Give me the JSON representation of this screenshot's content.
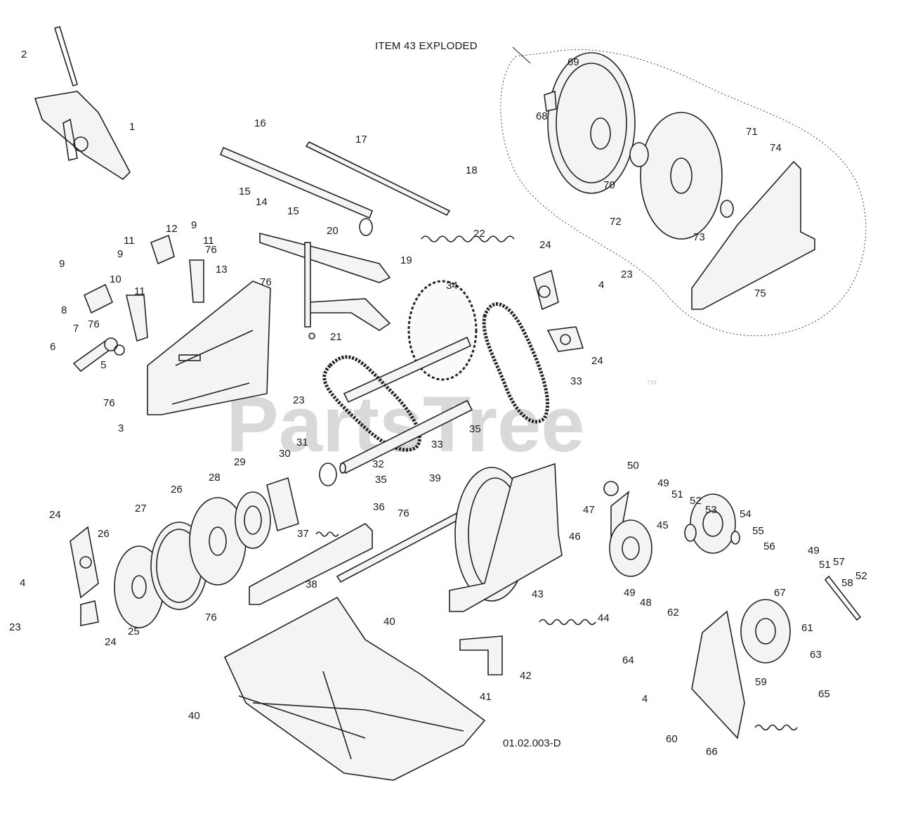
{
  "watermark": {
    "text": "PartsTree",
    "trademark": "™"
  },
  "title_note": "ITEM 43 EXPLODED",
  "drawing_number": "01.02.003-D",
  "callouts": [
    {
      "id": "c-2",
      "label": "2"
    },
    {
      "id": "c-1",
      "label": "1"
    },
    {
      "id": "c-16",
      "label": "16"
    },
    {
      "id": "c-17",
      "label": "17"
    },
    {
      "id": "c-18",
      "label": "18"
    },
    {
      "id": "c-15a",
      "label": "15"
    },
    {
      "id": "c-14",
      "label": "14"
    },
    {
      "id": "c-15b",
      "label": "15"
    },
    {
      "id": "c-20",
      "label": "20"
    },
    {
      "id": "c-22",
      "label": "22"
    },
    {
      "id": "c-12",
      "label": "12"
    },
    {
      "id": "c-9a",
      "label": "9"
    },
    {
      "id": "c-11a",
      "label": "11"
    },
    {
      "id": "c-11b",
      "label": "11"
    },
    {
      "id": "c-9b",
      "label": "9"
    },
    {
      "id": "c-76a",
      "label": "76"
    },
    {
      "id": "c-13",
      "label": "13"
    },
    {
      "id": "c-19",
      "label": "19"
    },
    {
      "id": "c-9c",
      "label": "9"
    },
    {
      "id": "c-10",
      "label": "10"
    },
    {
      "id": "c-11c",
      "label": "11"
    },
    {
      "id": "c-76b",
      "label": "76"
    },
    {
      "id": "c-8",
      "label": "8"
    },
    {
      "id": "c-76c",
      "label": "76"
    },
    {
      "id": "c-7",
      "label": "7"
    },
    {
      "id": "c-6",
      "label": "6"
    },
    {
      "id": "c-5",
      "label": "5"
    },
    {
      "id": "c-21",
      "label": "21"
    },
    {
      "id": "c-34",
      "label": "34"
    },
    {
      "id": "c-24a",
      "label": "24"
    },
    {
      "id": "c-4a",
      "label": "4"
    },
    {
      "id": "c-23a",
      "label": "23"
    },
    {
      "id": "c-24b",
      "label": "24"
    },
    {
      "id": "c-33a",
      "label": "33"
    },
    {
      "id": "c-76d",
      "label": "76"
    },
    {
      "id": "c-3",
      "label": "3"
    },
    {
      "id": "c-23b",
      "label": "23"
    },
    {
      "id": "c-35a",
      "label": "35"
    },
    {
      "id": "c-33b",
      "label": "33"
    },
    {
      "id": "c-31",
      "label": "31"
    },
    {
      "id": "c-30",
      "label": "30"
    },
    {
      "id": "c-32",
      "label": "32"
    },
    {
      "id": "c-29",
      "label": "29"
    },
    {
      "id": "c-28",
      "label": "28"
    },
    {
      "id": "c-26a",
      "label": "26"
    },
    {
      "id": "c-35b",
      "label": "35"
    },
    {
      "id": "c-39",
      "label": "39"
    },
    {
      "id": "c-27",
      "label": "27"
    },
    {
      "id": "c-36",
      "label": "36"
    },
    {
      "id": "c-76e",
      "label": "76"
    },
    {
      "id": "c-37",
      "label": "37"
    },
    {
      "id": "c-24c",
      "label": "24"
    },
    {
      "id": "c-26b",
      "label": "26"
    },
    {
      "id": "c-38",
      "label": "38"
    },
    {
      "id": "c-4b",
      "label": "4"
    },
    {
      "id": "c-43",
      "label": "43"
    },
    {
      "id": "c-25",
      "label": "25"
    },
    {
      "id": "c-24d",
      "label": "24"
    },
    {
      "id": "c-23c",
      "label": "23"
    },
    {
      "id": "c-76f",
      "label": "76"
    },
    {
      "id": "c-40a",
      "label": "40"
    },
    {
      "id": "c-44",
      "label": "44"
    },
    {
      "id": "c-42",
      "label": "42"
    },
    {
      "id": "c-41",
      "label": "41"
    },
    {
      "id": "c-40b",
      "label": "40"
    },
    {
      "id": "c-69",
      "label": "69"
    },
    {
      "id": "c-68",
      "label": "68"
    },
    {
      "id": "c-71",
      "label": "71"
    },
    {
      "id": "c-74",
      "label": "74"
    },
    {
      "id": "c-70",
      "label": "70"
    },
    {
      "id": "c-72",
      "label": "72"
    },
    {
      "id": "c-73",
      "label": "73"
    },
    {
      "id": "c-75",
      "label": "75"
    },
    {
      "id": "c-50",
      "label": "50"
    },
    {
      "id": "c-49a",
      "label": "49"
    },
    {
      "id": "c-47",
      "label": "47"
    },
    {
      "id": "c-51a",
      "label": "51"
    },
    {
      "id": "c-52a",
      "label": "52"
    },
    {
      "id": "c-53",
      "label": "53"
    },
    {
      "id": "c-54",
      "label": "54"
    },
    {
      "id": "c-45",
      "label": "45"
    },
    {
      "id": "c-55",
      "label": "55"
    },
    {
      "id": "c-56",
      "label": "56"
    },
    {
      "id": "c-46",
      "label": "46"
    },
    {
      "id": "c-49b",
      "label": "49"
    },
    {
      "id": "c-48",
      "label": "48"
    },
    {
      "id": "c-67",
      "label": "67"
    },
    {
      "id": "c-49c",
      "label": "49"
    },
    {
      "id": "c-51b",
      "label": "51"
    },
    {
      "id": "c-57",
      "label": "57"
    },
    {
      "id": "c-58",
      "label": "58"
    },
    {
      "id": "c-52b",
      "label": "52"
    },
    {
      "id": "c-62",
      "label": "62"
    },
    {
      "id": "c-61",
      "label": "61"
    },
    {
      "id": "c-64",
      "label": "64"
    },
    {
      "id": "c-63",
      "label": "63"
    },
    {
      "id": "c-59",
      "label": "59"
    },
    {
      "id": "c-65",
      "label": "65"
    },
    {
      "id": "c-4c",
      "label": "4"
    },
    {
      "id": "c-60",
      "label": "60"
    },
    {
      "id": "c-66",
      "label": "66"
    }
  ]
}
